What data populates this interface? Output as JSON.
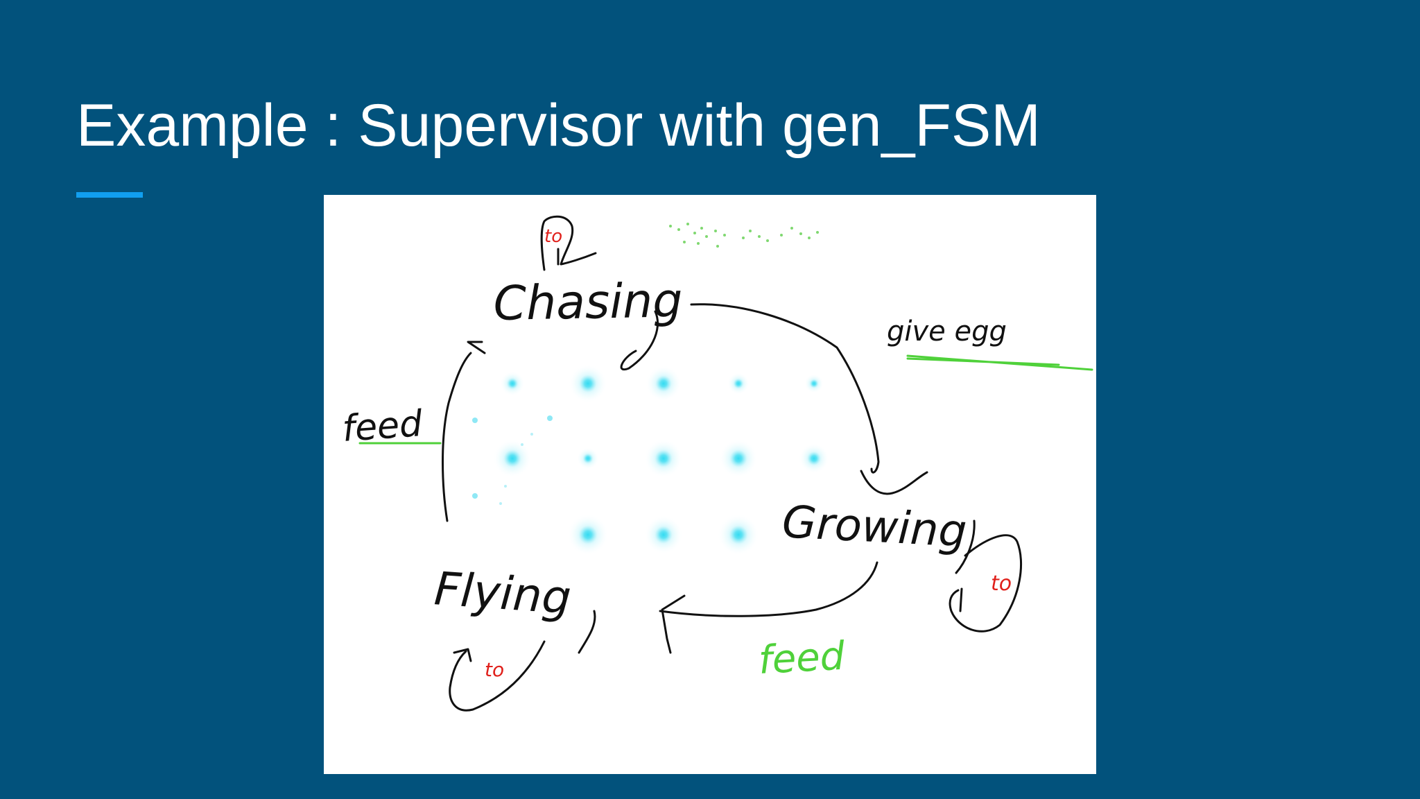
{
  "slide": {
    "title": "Example : Supervisor with gen_FSM"
  },
  "diagram": {
    "states": {
      "chasing": "Chasing",
      "growing": "Growing",
      "flying": "Flying"
    },
    "transitions": {
      "chasing_self": "to",
      "growing_self": "to",
      "flying_self": "to",
      "chasing_to_growing": "give egg",
      "growing_to_flying": "feed",
      "flying_to_chasing": "feed"
    }
  },
  "colors": {
    "background": "#02527c",
    "accent_line": "#119ff0",
    "canvas": "#ffffff",
    "ink_black": "#111111",
    "ink_red": "#e0201b",
    "ink_green": "#4fd13a",
    "dot_cyan": "#2ad9f0"
  }
}
